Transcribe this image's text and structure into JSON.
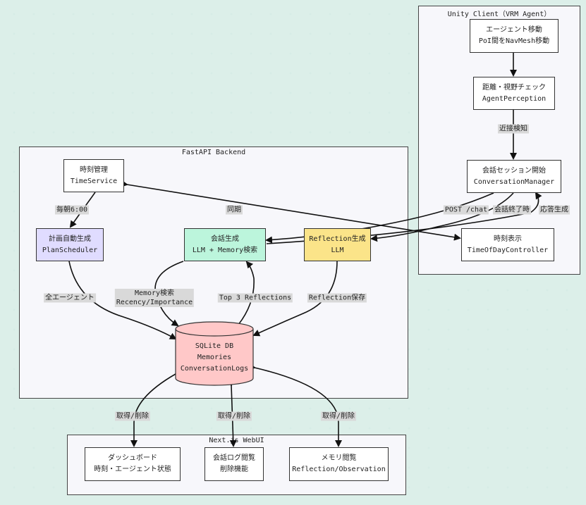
{
  "clusters": {
    "unity": "Unity Client（VRM Agent）",
    "fastapi": "FastAPI Backend",
    "webui": "Next.js WebUI"
  },
  "nodes": {
    "agent_move": [
      "エージェント移動",
      "PoI間をNavMesh移動"
    ],
    "perception": [
      "距離・視野チェック",
      "AgentPerception"
    ],
    "conversation_manager": [
      "会話セッション開始",
      "ConversationManager"
    ],
    "time_of_day": [
      "時刻表示",
      "TimeOfDayController"
    ],
    "time_service": [
      "時刻管理",
      "TimeService"
    ],
    "plan_scheduler": [
      "計画自動生成",
      "PlanScheduler"
    ],
    "conversation_gen": [
      "会話生成",
      "LLM + Memory検索"
    ],
    "reflection_gen": [
      "Reflection生成",
      "LLM"
    ],
    "sqlite": [
      "SQLite DB",
      "Memories",
      "ConversationLogs"
    ],
    "dashboard": [
      "ダッシュボード",
      "時刻・エージェント状態"
    ],
    "logs_view": [
      "会話ログ閲覧",
      "削除機能"
    ],
    "memory_view": [
      "メモリ閲覧",
      "Reflection/Observation"
    ]
  },
  "edge_labels": {
    "proximity": "近接検知",
    "post_chat": "POST /chat",
    "conv_end": "会話終了時",
    "reply_gen": "応答生成",
    "sync": "同期",
    "every_morning": "毎朝6:00",
    "all_agents": "全エージェント",
    "memory_search_1": "Memory検索",
    "memory_search_2": "Recency/Importance",
    "top3": "Top 3 Reflections",
    "reflection_save": "Reflection保存",
    "fetch_delete_1": "取得/削除",
    "fetch_delete_2": "取得/削除",
    "fetch_delete_3": "取得/削除"
  },
  "colors": {
    "plan_scheduler": "#e0dcff",
    "conversation_gen": "#bcf5dc",
    "reflection_gen": "#fbe489",
    "sqlite": "#ffc8c8"
  }
}
